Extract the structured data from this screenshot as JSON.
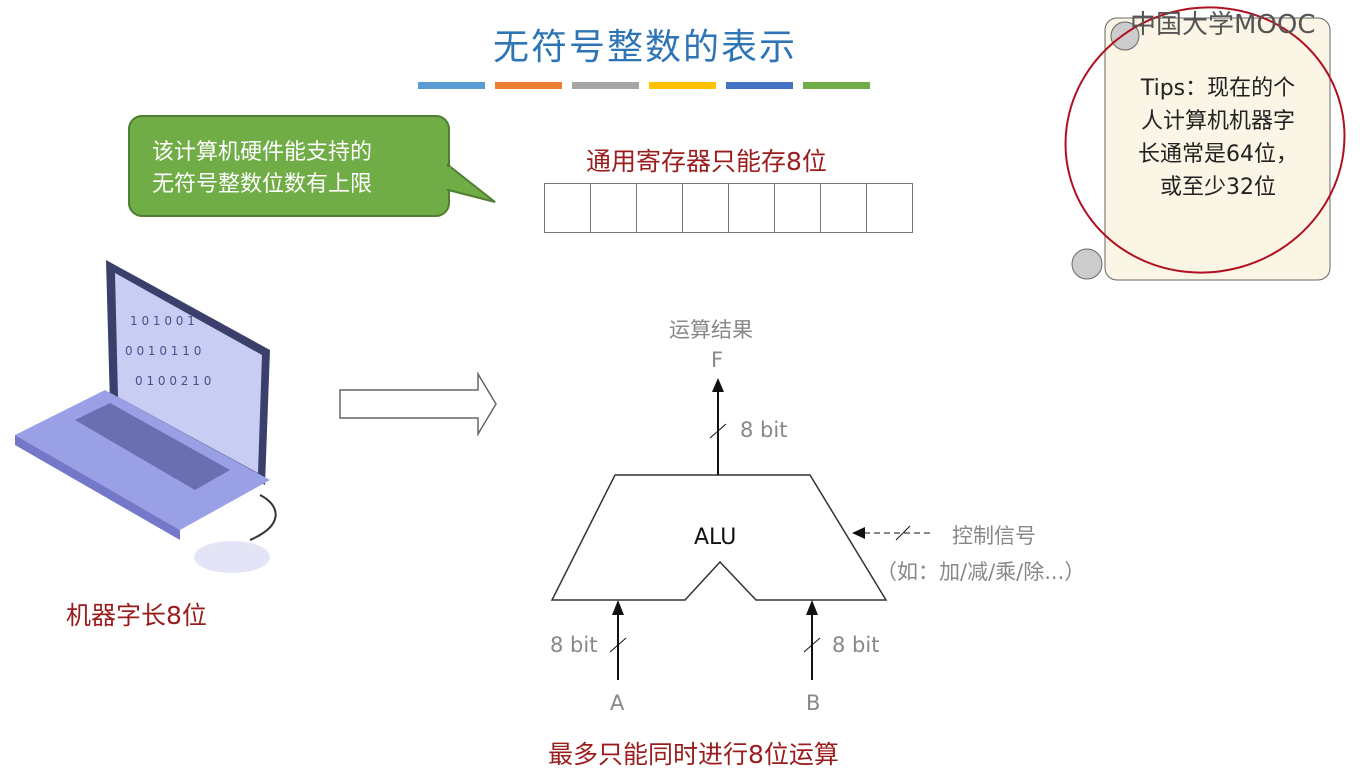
{
  "title": "无符号整数的表示",
  "accent_colors": [
    "#5b9bd5",
    "#ed7d31",
    "#a5a5a5",
    "#ffc000",
    "#4472c4",
    "#70ad47"
  ],
  "callout": {
    "line1": "该计算机硬件能支持的",
    "line2": "无符号整数位数有上限"
  },
  "register": {
    "label": "通用寄存器只能存8位",
    "cells": 8
  },
  "laptop": {
    "label": "机器字长8位"
  },
  "alu": {
    "name": "ALU",
    "result_label": "运算结果",
    "output": "F",
    "output_width": "8 bit",
    "input_a": "A",
    "input_b": "B",
    "input_a_width": "8 bit",
    "input_b_width": "8 bit",
    "control_label": "控制信号",
    "control_examples": "（如：加/减/乘/除...）",
    "caption": "最多只能同时进行8位运算"
  },
  "tips": {
    "line1": "Tips：现在的个",
    "line2": "人计算机机器字",
    "line3": "长通常是64位，",
    "line4": "或至少32位"
  },
  "logo": "中国大学MOOC"
}
